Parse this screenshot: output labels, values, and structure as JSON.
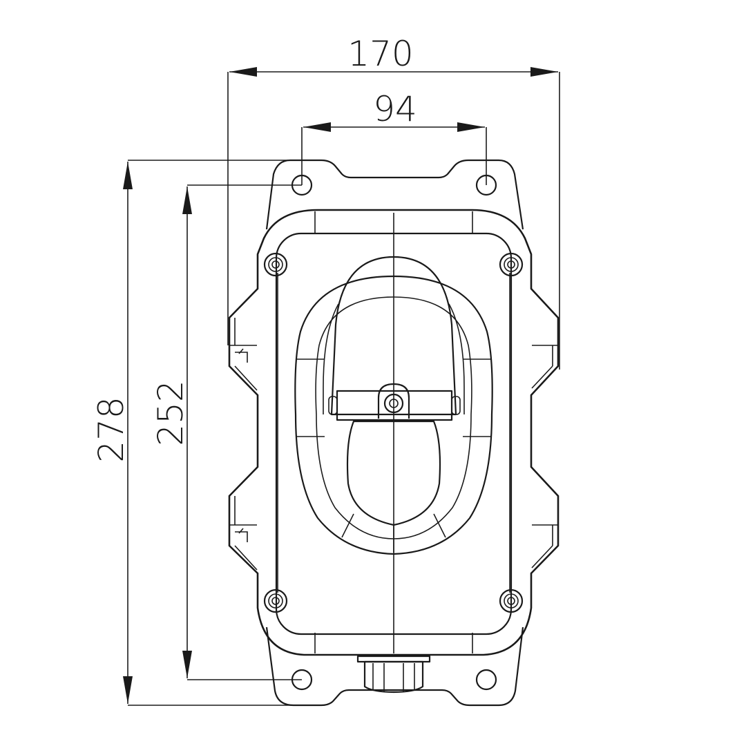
{
  "dimensions": {
    "overall_width": "170",
    "bolt_spacing_width": "94",
    "overall_height": "278",
    "bolt_spacing_height": "252"
  },
  "colors": {
    "line": "#1a1a1a",
    "background": "#ffffff"
  }
}
